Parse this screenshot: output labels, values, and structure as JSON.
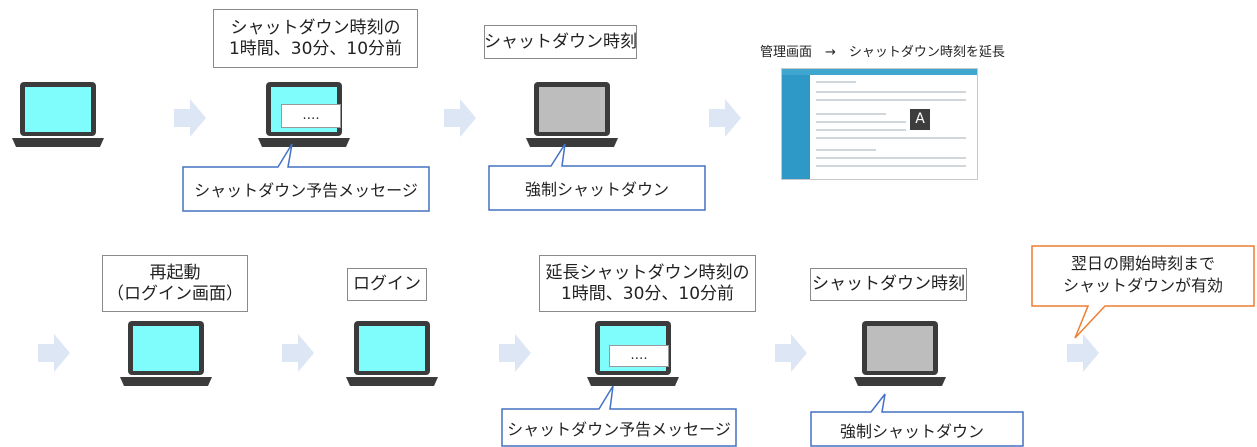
{
  "row1": {
    "label_warning": "シャットダウン時刻の\n1時間、30分、10分前",
    "label_shutdown_time": "シャットダウン時刻",
    "mgmt_screen_caption": "管理画面　→　シャットダウン時刻を延長",
    "callout_warning": "シャットダウン予告メッセージ",
    "callout_forced": "強制シャットダウン",
    "dialog_text": "‥‥",
    "thumbnail_letter": "A"
  },
  "row2": {
    "label_restart": "再起動\n（ログイン画面）",
    "label_login": "ログイン",
    "label_extended_warning": "延長シャットダウン時刻の\n1時間、30分、10分前",
    "label_shutdown_time": "シャットダウン時刻",
    "callout_effective": "翌日の開始時刻まで\nシャットダウンが有効",
    "callout_warning": "シャットダウン予告メッセージ",
    "callout_forced": "強制シャットダウン",
    "dialog_text": "‥‥"
  },
  "colors": {
    "screen_on": "#7ffcfc",
    "screen_off": "#bdbdbd",
    "laptop_body": "#3b3b3b",
    "arrow": "#dce6f4",
    "callout_blue": "#4472c4",
    "callout_orange": "#ed7d31",
    "thumbnail_accent": "#2e98c6"
  },
  "icons": {
    "laptop": "laptop-icon",
    "arrow": "right-arrow-icon",
    "thumbnail": "management-screen-thumbnail"
  }
}
